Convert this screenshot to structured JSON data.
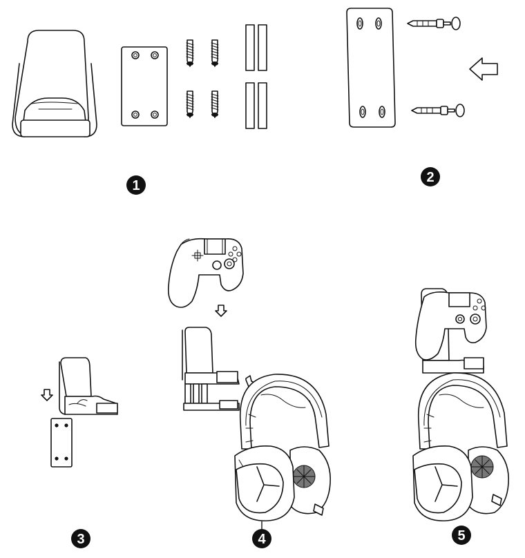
{
  "steps": [
    {
      "id": "step-1",
      "number": "1"
    },
    {
      "id": "step-2",
      "number": "2"
    },
    {
      "id": "step-3",
      "number": "3"
    },
    {
      "id": "step-4",
      "number": "4"
    },
    {
      "id": "step-5",
      "number": "5"
    }
  ],
  "colors": {
    "line": "#111111",
    "background": "#ffffff",
    "badge": "#111111",
    "badge_text": "#ffffff"
  },
  "icons": [
    "down-arrow-icon",
    "left-arrow-icon",
    "screw-icon",
    "wall-anchor-icon",
    "adhesive-strip-icon"
  ]
}
